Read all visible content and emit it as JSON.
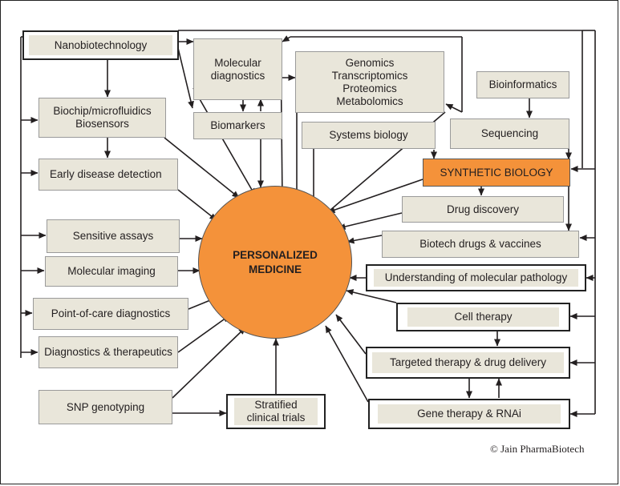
{
  "center": "PERSONALIZED\nMEDICINE",
  "left_boxes": {
    "nano": "Nanobiotechnology",
    "biochip": "Biochip/microfluidics\nBiosensors",
    "early": "Early disease detection",
    "sensitive": "Sensitive assays",
    "molimg": "Molecular imaging",
    "poc": "Point-of-care diagnostics",
    "diagther": "Diagnostics & therapeutics",
    "snp": "SNP genotyping",
    "strat": "Stratified\nclinical trials"
  },
  "top_boxes": {
    "moldiag": "Molecular\ndiagnostics",
    "biomarkers": "Biomarkers",
    "omics": "Genomics\nTranscriptomics\nProteomics\nMetabolomics",
    "sysbio": "Systems biology",
    "bioinfo": "Bioinformatics",
    "seq": "Sequencing"
  },
  "right_boxes": {
    "synbio": "SYNTHETIC BIOLOGY",
    "drugdisc": "Drug discovery",
    "biotechdrugs": "Biotech drugs & vaccines",
    "molpath": "Understanding of molecular pathology",
    "celltherapy": "Cell therapy",
    "targeted": "Targeted therapy & drug delivery",
    "genetherapy": "Gene therapy & RNAi"
  },
  "copyright": "© Jain PharmaBiotech",
  "colors": {
    "box_fill": "#e9e6da",
    "accent_orange": "#f4923a",
    "line": "#231f20"
  }
}
